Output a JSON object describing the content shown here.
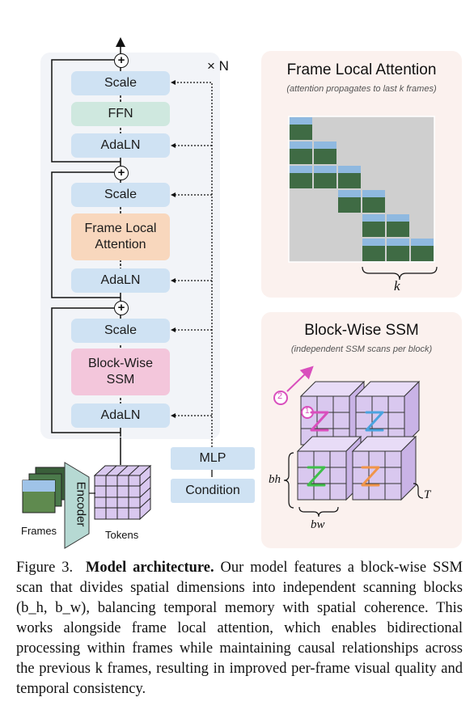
{
  "figure": {
    "repeat_label": "× N",
    "blocks": {
      "top_scale": "Scale",
      "ffn": "FFN",
      "top_adaln": "AdaLN",
      "mid_scale": "Scale",
      "frame_local_attention": "Frame Local Attention",
      "mid_adaln": "AdaLN",
      "bot_scale": "Scale",
      "block_wise_ssm": "Block-Wise SSM",
      "bot_adaln": "AdaLN",
      "mlp": "MLP",
      "condition": "Condition",
      "encoder": "Encoder",
      "frames": "Frames",
      "tokens": "Tokens"
    },
    "attention_panel": {
      "title": "Frame Local Attention",
      "subtitle": "(attention propagates to last k frames)",
      "k_label": "k"
    },
    "ssm_panel": {
      "title": "Block-Wise SSM",
      "subtitle": "(independent SSM scans per block)",
      "marker_1": "1",
      "marker_2": "2",
      "bh_label": "bh",
      "bw_label": "bw",
      "t_label": "T"
    },
    "colors": {
      "blue": "#cfe2f3",
      "green": "#cfe8df",
      "orange": "#f8d7bd",
      "pink": "#f3c6db",
      "panel_bg": "#fbf1ee",
      "stack_bg": "#f2f4f8",
      "cube": "#d9c8ef"
    }
  },
  "caption": {
    "prefix": "Figure 3.",
    "bold": "Model architecture.",
    "text": "Our model features a block-wise SSM scan that divides spatial dimensions into independent scanning blocks (b_h, b_w), balancing temporal memory with spatial coherence. This works alongside frame local attention, which enables bidirectional processing within frames while maintaining causal relationships across the previous k frames, resulting in improved per-frame visual quality and temporal consistency."
  }
}
